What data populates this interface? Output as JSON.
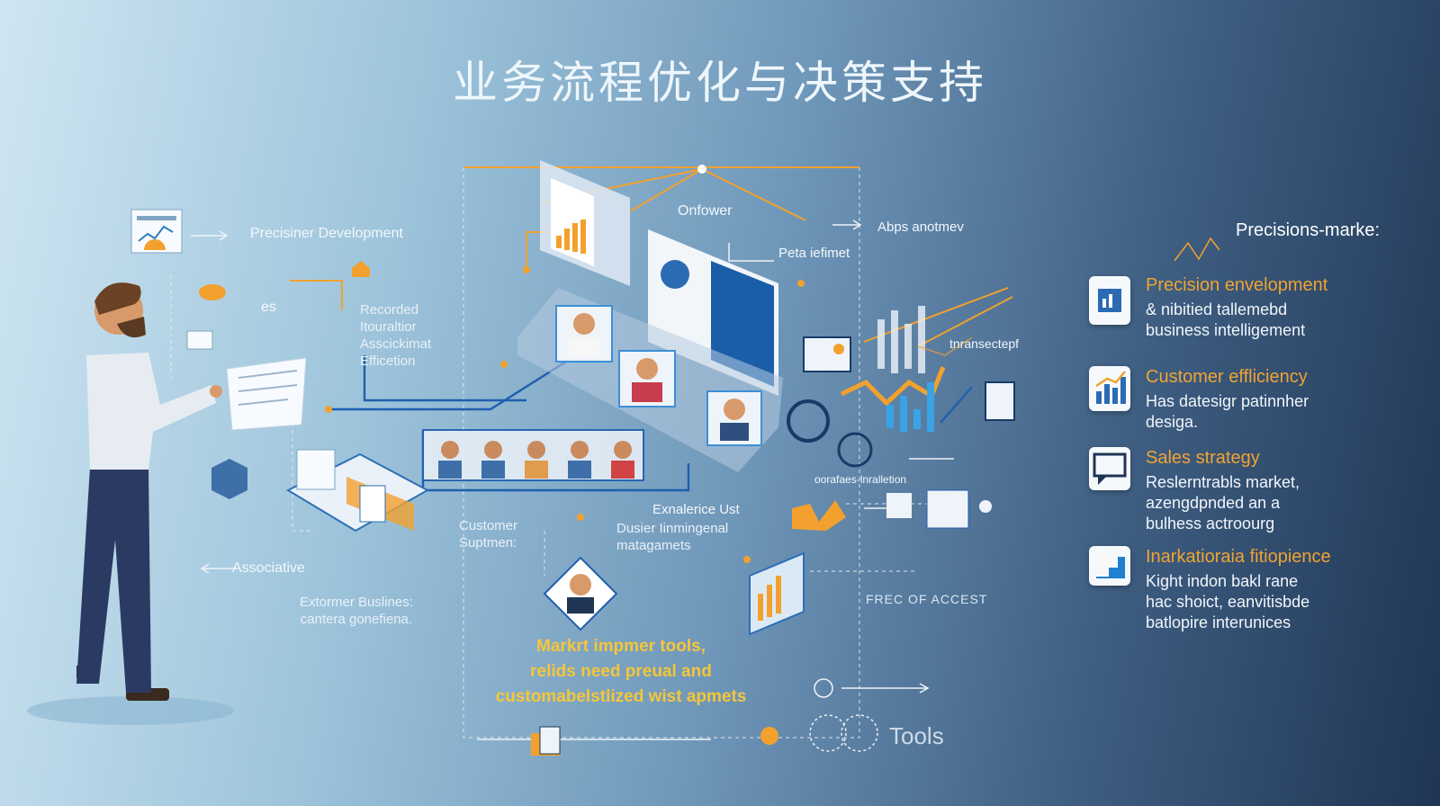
{
  "title": "业务流程优化与决策支持",
  "labels": {
    "precisiner_development": "Precisiner Development",
    "onfower": "Onfower",
    "apps_anotmey": "Abps anotmev",
    "peta_iefimet": "Peta iefimet",
    "es": "es",
    "recorded_block": "Recorded\nItouraltior\nAsscickimat\nEfficetion",
    "transectepf": "tnransectepf",
    "creates_installation": "oorafaes-lnralletion",
    "exnalerice_ust": "Exnalerice Ust",
    "dusier_management": "Dusier Iinmingenal\nmatagamets",
    "customer_suptmen": "Customer\nSuptmen:",
    "associative": "Associative",
    "extormer_busines": "Extormer Buslines:\ncantera gonefiena.",
    "frec_of_accest": "FREC OF ACCEST",
    "tools": "Tools",
    "market_tools": "Markrt impmer tools,\nrelids need preual and\ncustomabelstlized wist apmets"
  },
  "panel": {
    "heading": "Precisions-marke:",
    "items": [
      {
        "title": "Precision envelopment",
        "text": "& nibitied tallemebd\nbusiness intelligement",
        "icon": "document-chart-icon"
      },
      {
        "title": "Customer effliciency",
        "text": "Has datesigr patinnher\ndesiga.",
        "icon": "bar-chart-icon"
      },
      {
        "title": "Sales strategy",
        "text": "Reslerntrabls market,\nazengdpnded an a\nbulhess actroourg",
        "icon": "chat-screen-icon"
      },
      {
        "title": "Inarkatioraia fitiopience",
        "text": "Kight indon bakl rane\nhac shoict, eanvitisbde\nbatlopire interunices",
        "icon": "step-chart-icon"
      }
    ]
  },
  "colors": {
    "accent": "#f0a431",
    "line_orange": "#f2a12f",
    "line_blue": "#1f5fae",
    "text_light": "#f3f8fc",
    "yellow_text": "#f5c63a"
  }
}
